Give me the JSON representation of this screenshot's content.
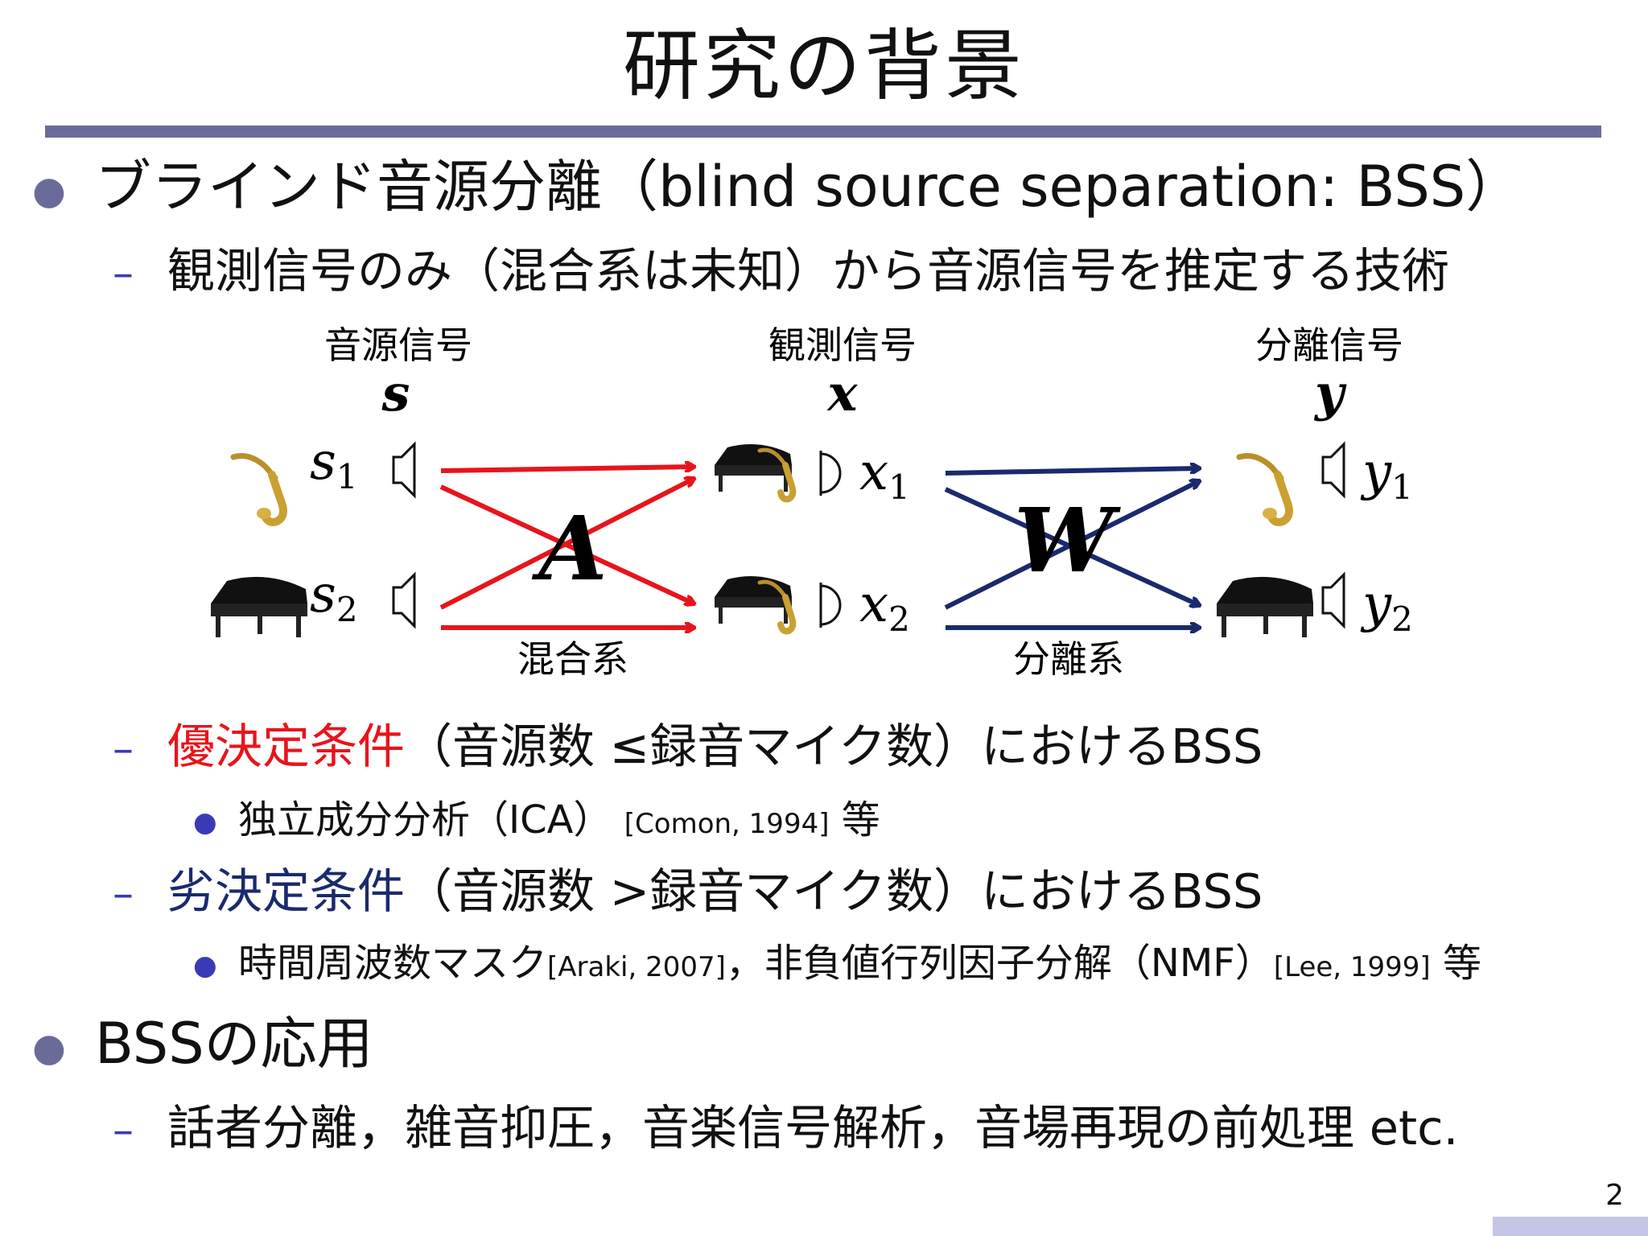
{
  "slide": {
    "title": "研究の背景",
    "page_number": "2"
  },
  "bullets": {
    "bss": {
      "text": "ブラインド音源分離（blind source separation: BSS）",
      "sub": "観測信号のみ（混合系は未知）から音源信号を推定する技術"
    },
    "overdetermined": {
      "highlight": "優決定条件",
      "text": "（音源数 ≤録音マイク数）におけるBSS",
      "sub_text": "独立成分分析（ICA）",
      "sub_ref": "[Comon, 1994]",
      "sub_suffix": "等"
    },
    "underdetermined": {
      "highlight": "劣決定条件",
      "text": "（音源数 >録音マイク数）におけるBSS",
      "sub_text1": "時間周波数マスク",
      "sub_ref1": "[Araki, 2007]",
      "sub_text2": "，非負値行列因子分解（NMF）",
      "sub_ref2": "[Lee, 1999]",
      "sub_suffix": "等"
    },
    "applications": {
      "text": "BSSの応用",
      "sub": "話者分離，雑音抑圧，音楽信号解析，音場再現の前処理 etc."
    }
  },
  "diagram": {
    "source_label": "音源信号",
    "source_symbol": "s",
    "source_items": [
      {
        "base": "s",
        "sub": "1"
      },
      {
        "base": "s",
        "sub": "2"
      }
    ],
    "observed_label": "観測信号",
    "observed_symbol": "x",
    "observed_items": [
      {
        "base": "x",
        "sub": "1"
      },
      {
        "base": "x",
        "sub": "2"
      }
    ],
    "separated_label": "分離信号",
    "separated_symbol": "y",
    "separated_items": [
      {
        "base": "y",
        "sub": "1"
      },
      {
        "base": "y",
        "sub": "2"
      }
    ],
    "mixing_matrix": "A",
    "mixing_label": "混合系",
    "separation_matrix": "W",
    "separation_label": "分離系",
    "colors": {
      "mixing": "#e8141c",
      "separation": "#1a2a6e"
    },
    "icons": [
      "saxophone-icon",
      "grand-piano-icon",
      "speaker-icon",
      "microphone-icon"
    ]
  }
}
